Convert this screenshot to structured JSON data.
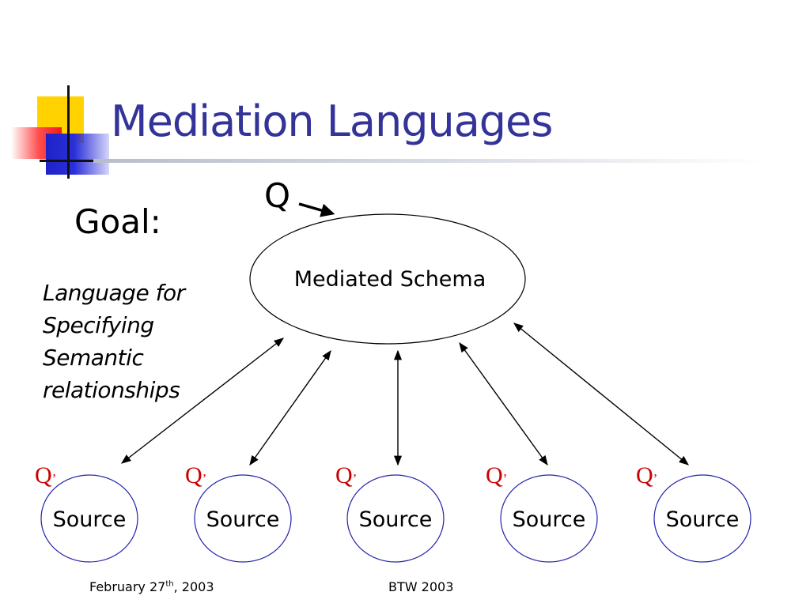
{
  "title": "Mediation Languages",
  "goal_label": "Goal:",
  "description_lines": [
    "Language for",
    "Specifying",
    "Semantic",
    "relationships"
  ],
  "diagram": {
    "query_label": "Q",
    "schema_label": "Mediated Schema",
    "source_query_label": "Q",
    "source_query_prime": "’",
    "sources": [
      {
        "label": "Source"
      },
      {
        "label": "Source"
      },
      {
        "label": "Source"
      },
      {
        "label": "Source"
      },
      {
        "label": "Source"
      }
    ]
  },
  "footer": {
    "date_prefix": "February 27",
    "date_sup": "th",
    "date_suffix": ", 2003",
    "conference": "BTW 2003"
  },
  "colors": {
    "title": "#333399",
    "source_query": "#cc0000",
    "source_outline": "#2222aa",
    "deco_yellow": "#ffd200",
    "deco_red": "#f21a1a",
    "deco_blue": "#1e22c8"
  }
}
